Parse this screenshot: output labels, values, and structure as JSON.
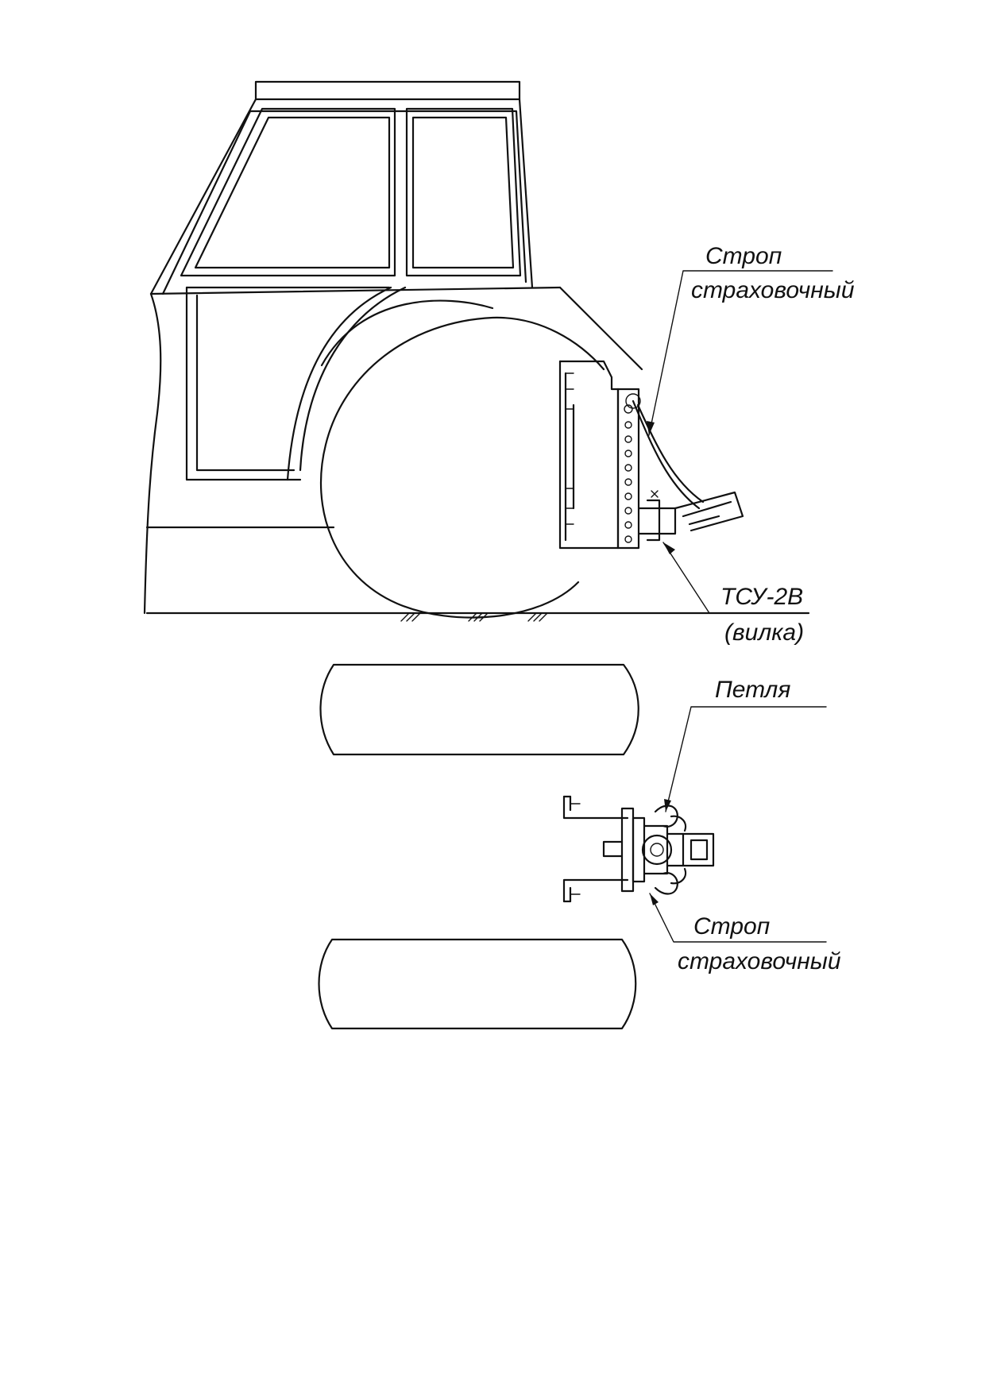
{
  "labels": {
    "strap_top_line1": "Строп",
    "strap_top_line2": "страховочный",
    "hitch_line1": "ТСУ-2В",
    "hitch_line2": "(вилка)",
    "loop": "Петля",
    "strap_bottom_line1": "Строп",
    "strap_bottom_line2": "страховочный"
  }
}
